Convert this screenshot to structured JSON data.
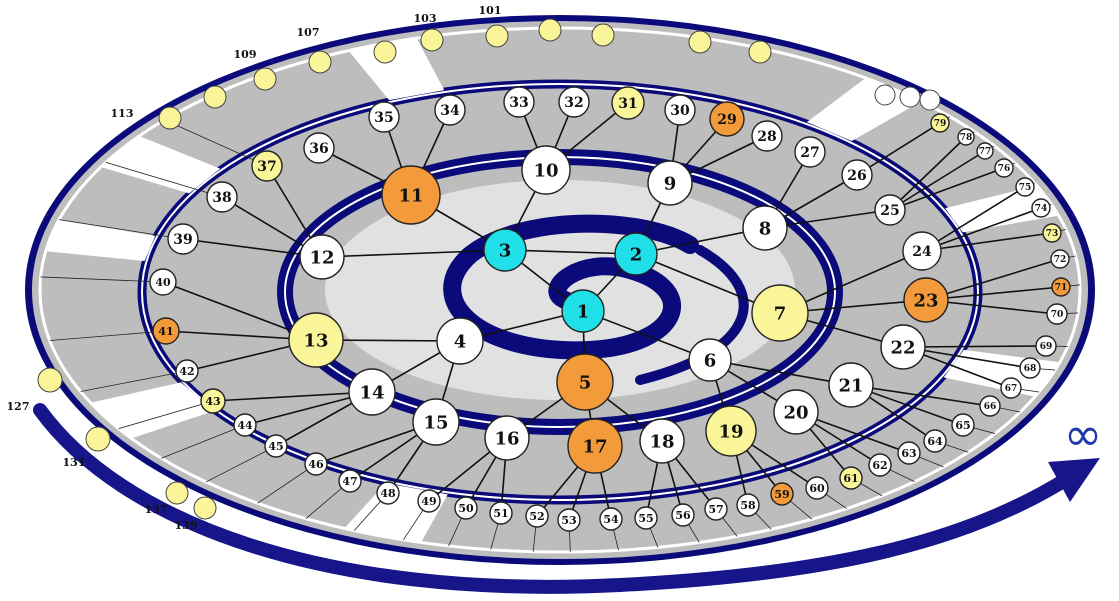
{
  "diagram": {
    "colors": {
      "track": "#0a0a7a",
      "fill_gray": "#bdbdbd",
      "band_white": "#ffffff",
      "edge": "#111111",
      "node_white": "#ffffff",
      "node_yellow": "#fbf59a",
      "node_orange": "#f39a3a",
      "node_cyan": "#1fe0e8"
    },
    "infinity_symbol": "∞",
    "nodes": [
      {
        "label": "1",
        "style": "cyan"
      },
      {
        "label": "2",
        "style": "cyan"
      },
      {
        "label": "3",
        "style": "cyan"
      },
      {
        "label": "4",
        "style": "white"
      },
      {
        "label": "5",
        "style": "orange"
      },
      {
        "label": "6",
        "style": "white"
      },
      {
        "label": "7",
        "style": "yellow"
      },
      {
        "label": "8",
        "style": "white"
      },
      {
        "label": "9",
        "style": "white"
      },
      {
        "label": "10",
        "style": "white"
      },
      {
        "label": "11",
        "style": "orange"
      },
      {
        "label": "12",
        "style": "white"
      },
      {
        "label": "13",
        "style": "yellow"
      },
      {
        "label": "14",
        "style": "white"
      },
      {
        "label": "15",
        "style": "white"
      },
      {
        "label": "16",
        "style": "white"
      },
      {
        "label": "17",
        "style": "orange"
      },
      {
        "label": "18",
        "style": "white"
      },
      {
        "label": "19",
        "style": "yellow"
      },
      {
        "label": "20",
        "style": "white"
      },
      {
        "label": "21",
        "style": "white"
      },
      {
        "label": "22",
        "style": "white"
      },
      {
        "label": "23",
        "style": "orange"
      },
      {
        "label": "24",
        "style": "white"
      },
      {
        "label": "25",
        "style": "white"
      },
      {
        "label": "26",
        "style": "white"
      },
      {
        "label": "27",
        "style": "white"
      },
      {
        "label": "28",
        "style": "white"
      },
      {
        "label": "29",
        "style": "orange"
      },
      {
        "label": "30",
        "style": "white"
      },
      {
        "label": "31",
        "style": "yellow"
      },
      {
        "label": "32",
        "style": "white"
      },
      {
        "label": "33",
        "style": "white"
      },
      {
        "label": "34",
        "style": "white"
      },
      {
        "label": "35",
        "style": "white"
      },
      {
        "label": "36",
        "style": "white"
      },
      {
        "label": "37",
        "style": "yellow"
      },
      {
        "label": "38",
        "style": "white"
      },
      {
        "label": "39",
        "style": "white"
      },
      {
        "label": "40",
        "style": "white"
      },
      {
        "label": "41",
        "style": "orange"
      },
      {
        "label": "42",
        "style": "white"
      },
      {
        "label": "43",
        "style": "yellow"
      },
      {
        "label": "44",
        "style": "white"
      },
      {
        "label": "45",
        "style": "white"
      },
      {
        "label": "46",
        "style": "white"
      },
      {
        "label": "47",
        "style": "white"
      },
      {
        "label": "48",
        "style": "white"
      },
      {
        "label": "49",
        "style": "white"
      },
      {
        "label": "50",
        "style": "white"
      },
      {
        "label": "51",
        "style": "white"
      },
      {
        "label": "52",
        "style": "white"
      },
      {
        "label": "53",
        "style": "white"
      },
      {
        "label": "54",
        "style": "white"
      },
      {
        "label": "55",
        "style": "white"
      },
      {
        "label": "56",
        "style": "white"
      },
      {
        "label": "57",
        "style": "white"
      },
      {
        "label": "58",
        "style": "white"
      },
      {
        "label": "59",
        "style": "orange"
      },
      {
        "label": "60",
        "style": "white"
      },
      {
        "label": "61",
        "style": "yellow"
      },
      {
        "label": "62",
        "style": "white"
      },
      {
        "label": "63",
        "style": "white"
      },
      {
        "label": "64",
        "style": "white"
      },
      {
        "label": "65",
        "style": "white"
      },
      {
        "label": "66",
        "style": "white"
      },
      {
        "label": "67",
        "style": "white"
      },
      {
        "label": "68",
        "style": "white"
      },
      {
        "label": "69",
        "style": "white"
      },
      {
        "label": "70",
        "style": "white"
      },
      {
        "label": "71",
        "style": "orange"
      },
      {
        "label": "72",
        "style": "white"
      },
      {
        "label": "73",
        "style": "yellow"
      },
      {
        "label": "74",
        "style": "white"
      },
      {
        "label": "75",
        "style": "white"
      },
      {
        "label": "76",
        "style": "white"
      },
      {
        "label": "77",
        "style": "white"
      },
      {
        "label": "78",
        "style": "white"
      },
      {
        "label": "79",
        "style": "yellow"
      }
    ],
    "outer_labels": [
      "101",
      "103",
      "107",
      "109",
      "113",
      "127",
      "131",
      "137",
      "139"
    ]
  }
}
